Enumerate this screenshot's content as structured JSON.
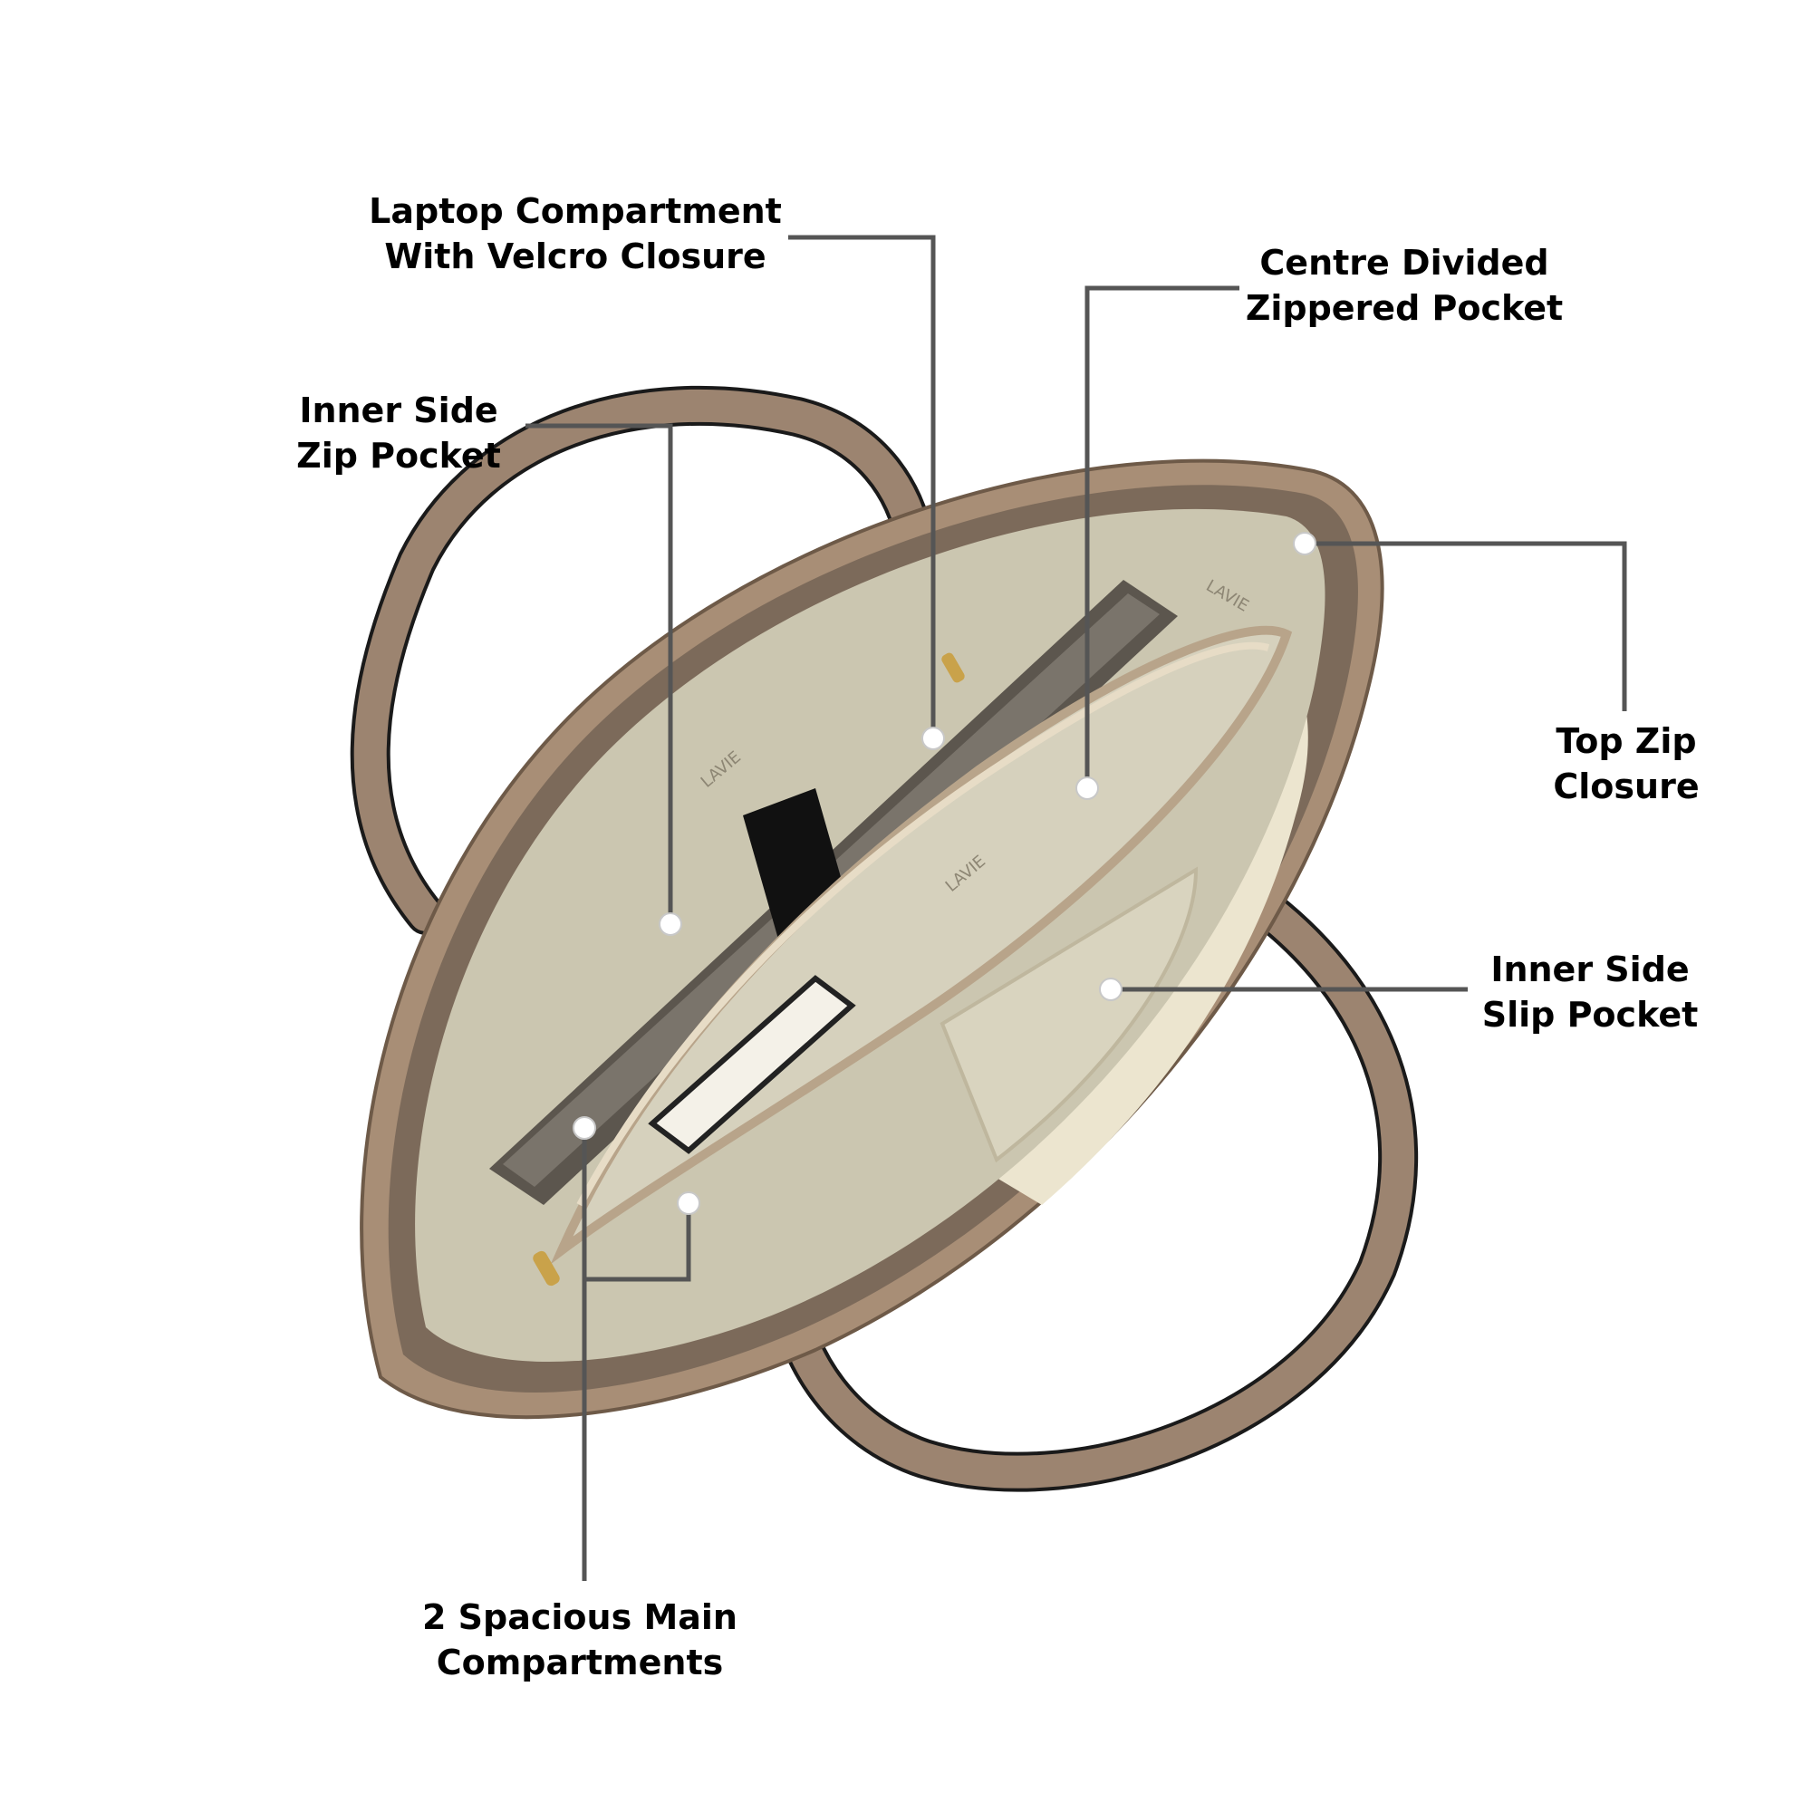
{
  "colors": {
    "background": "#ffffff",
    "leader_line": "#555555",
    "marker": "#ffffff",
    "strap": "#9c8470",
    "strap_edge": "#1a1a1a",
    "lining": "#cbc6b0",
    "trim": "#b8a48a",
    "laptop": "#5c564e",
    "cream_body": "#ece5cf"
  },
  "callouts": {
    "laptop_compartment": {
      "line1": "Laptop Compartment",
      "line2": "With Velcro Closure"
    },
    "centre_divided": {
      "line1": "Centre Divided",
      "line2": "Zippered Pocket"
    },
    "inner_side_zip": {
      "line1": "Inner Side",
      "line2": "Zip Pocket"
    },
    "top_zip": {
      "line1": "Top Zip",
      "line2": "Closure"
    },
    "inner_side_slip": {
      "line1": "Inner Side",
      "line2": "Slip Pocket"
    },
    "main_compartments": {
      "line1": "2 Spacious Main",
      "line2": "Compartments"
    }
  },
  "product": {
    "brand_print": "LAVIE",
    "icon": "tote-bag-top-view-icon"
  }
}
